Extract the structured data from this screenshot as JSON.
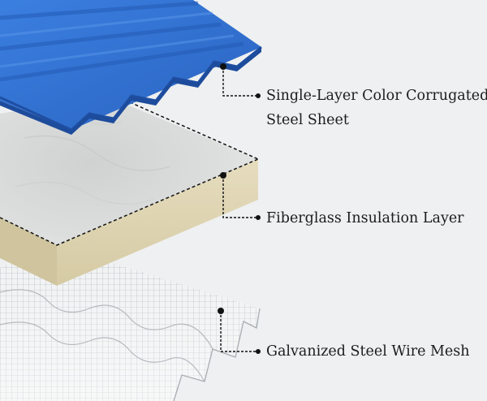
{
  "labels": {
    "steel_sheet_line1": "Single-Layer Color Corrugated",
    "steel_sheet_line2": "Steel Sheet",
    "insulation": "Fiberglass Insulation Layer",
    "wire_mesh": "Galvanized Steel Wire Mesh"
  },
  "colors": {
    "background": "#eef0f1",
    "steel_sheet": "#2f6fd0",
    "insulation_top": "#d6d8d6",
    "insulation_side": "#e0d7b6",
    "mesh": "#9aa0a4",
    "leader_line": "#111111"
  }
}
